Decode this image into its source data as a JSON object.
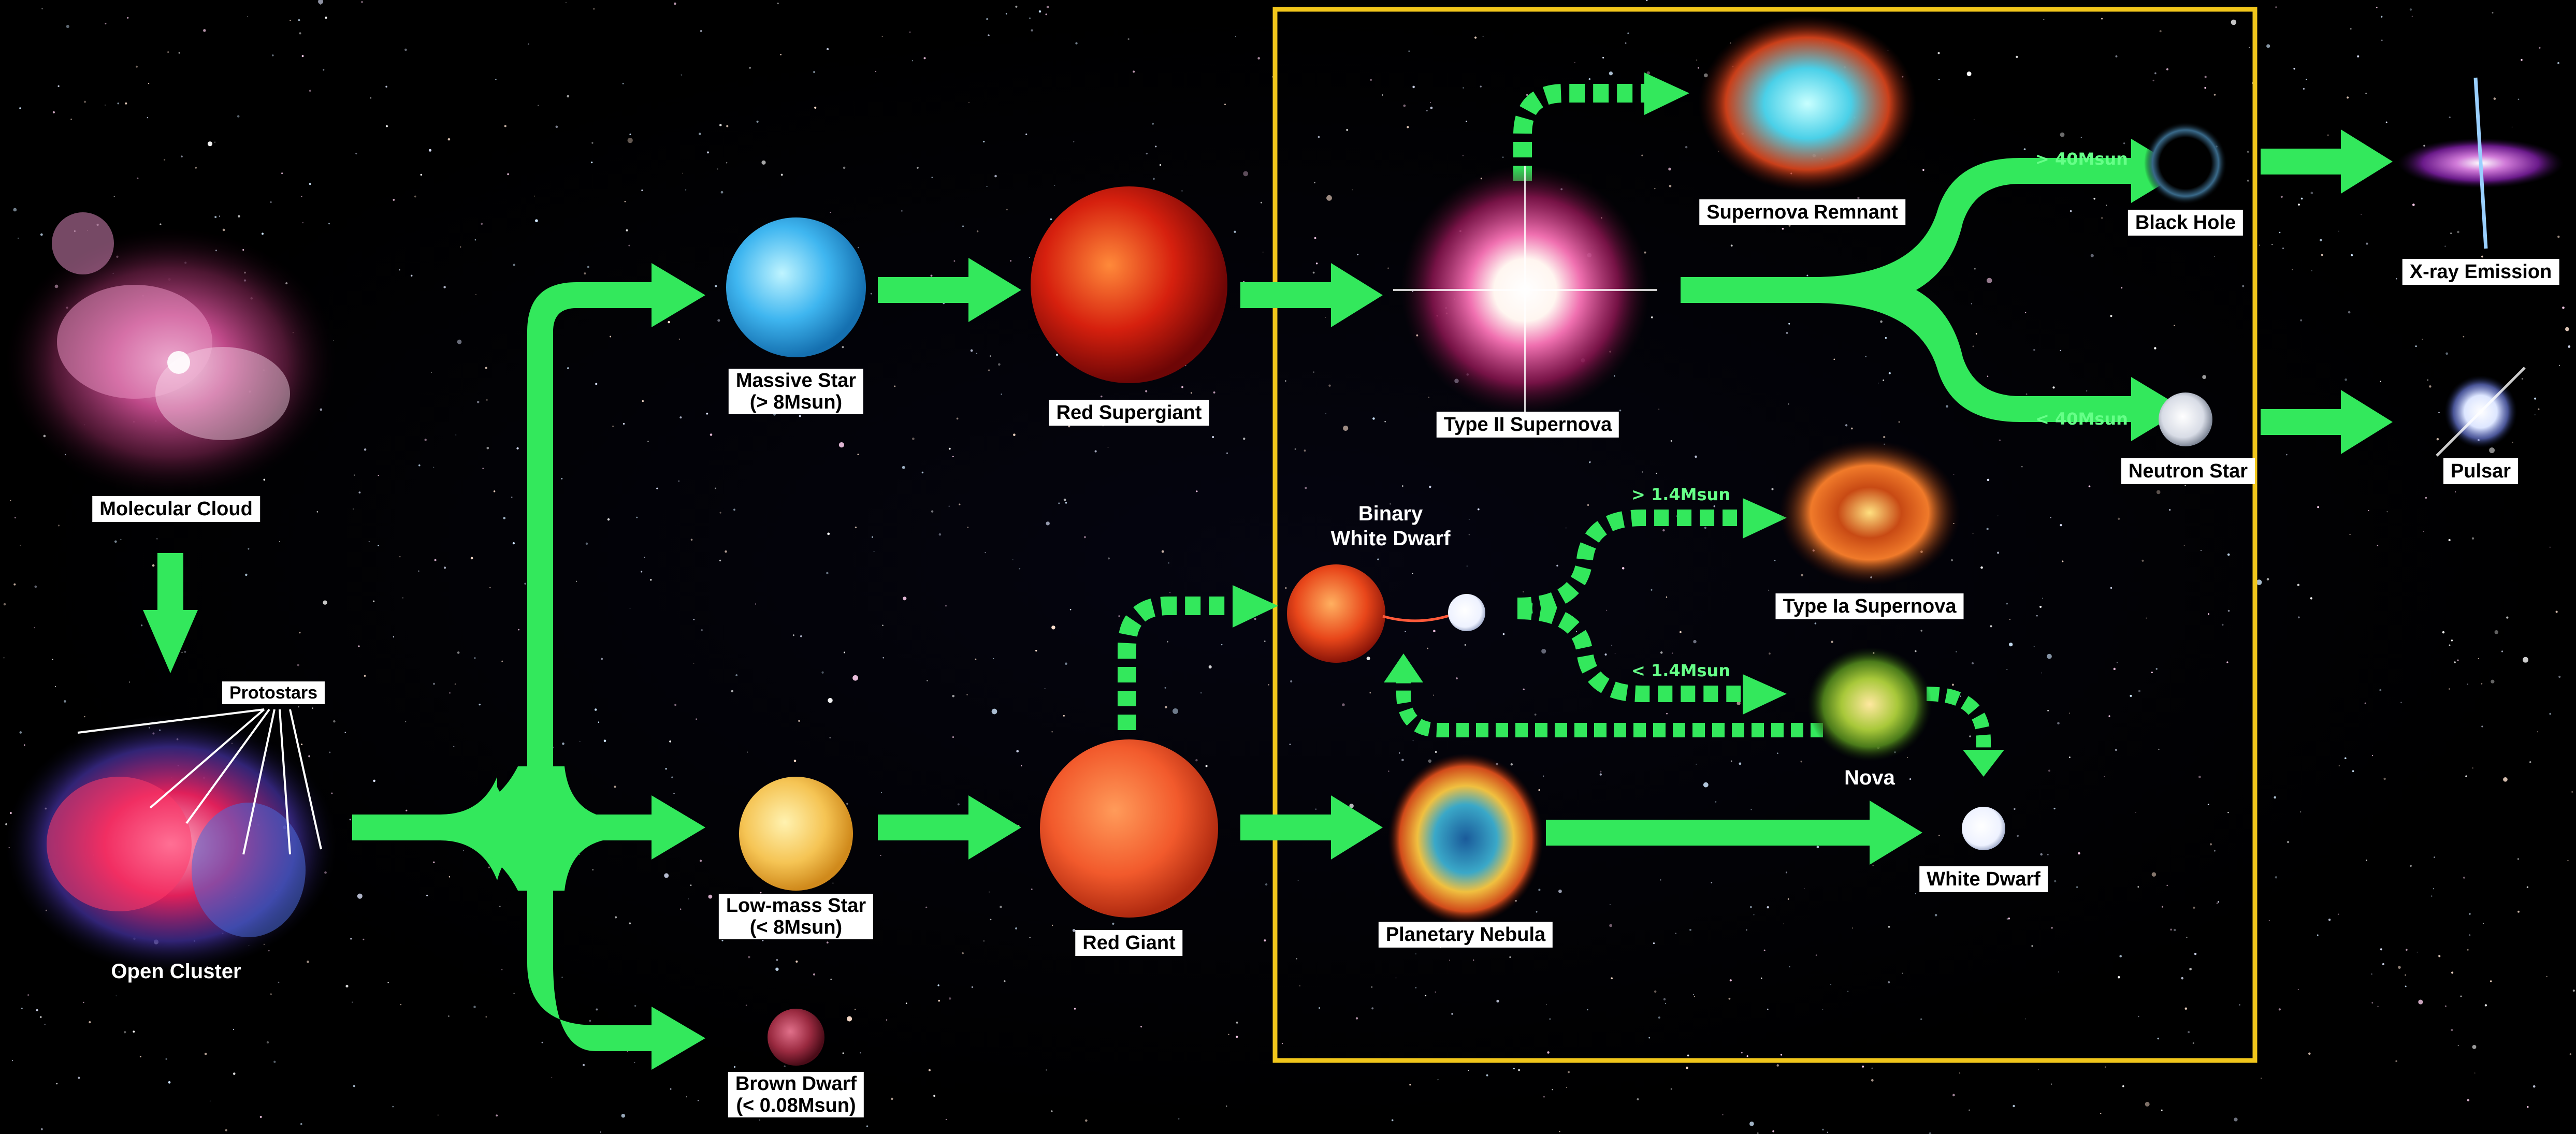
{
  "colors": {
    "arrow": "#33e85c",
    "highlight_box": "#f1c61b",
    "label_bg": "#ffffff",
    "label_text": "#000000"
  },
  "labels": {
    "molecular_cloud": "Molecular Cloud",
    "protostars": "Protostars",
    "open_cluster": "Open Cluster",
    "massive_star": "Massive Star",
    "massive_star_cond": "(> 8Msun)",
    "low_mass_star": "Low-mass Star",
    "low_mass_star_cond": "(< 8Msun)",
    "brown_dwarf": "Brown Dwarf",
    "brown_dwarf_cond": "(< 0.08Msun)",
    "red_supergiant": "Red Supergiant",
    "red_giant": "Red Giant",
    "type_ii_supernova": "Type II Supernova",
    "supernova_remnant": "Supernova Remnant",
    "black_hole": "Black Hole",
    "neutron_star": "Neutron Star",
    "x_ray_emission": "X-ray Emission",
    "pulsar": "Pulsar",
    "binary_white_dwarf_line1": "Binary",
    "binary_white_dwarf_line2": "White Dwarf",
    "type_ia_supernova": "Type Ia Supernova",
    "nova": "Nova",
    "planetary_nebula": "Planetary Nebula",
    "white_dwarf": "White Dwarf"
  },
  "conditions": {
    "above_40": "> 40Msun",
    "below_40": "< 40Msun",
    "above_1_4": "> 1.4Msun",
    "below_1_4": "< 1.4Msun"
  },
  "icons": {
    "molecular_cloud": "nebula-image",
    "open_cluster": "star-cluster-image",
    "massive_star": "blue-star",
    "low_mass_star": "yellow-star",
    "brown_dwarf": "brown-dwarf",
    "red_supergiant": "red-supergiant-star",
    "red_giant": "red-giant-star",
    "type_ii_supernova": "supernova-burst",
    "supernova_remnant": "crab-nebula",
    "black_hole": "black-hole",
    "neutron_star": "neutron-star",
    "x_ray_emission": "accretion-disk",
    "pulsar": "pulsar",
    "binary_white_dwarf": "binary-system",
    "type_ia_supernova": "supernova-remnant-ring",
    "nova": "nova-shell",
    "planetary_nebula": "ring-nebula",
    "white_dwarf": "white-dwarf"
  }
}
